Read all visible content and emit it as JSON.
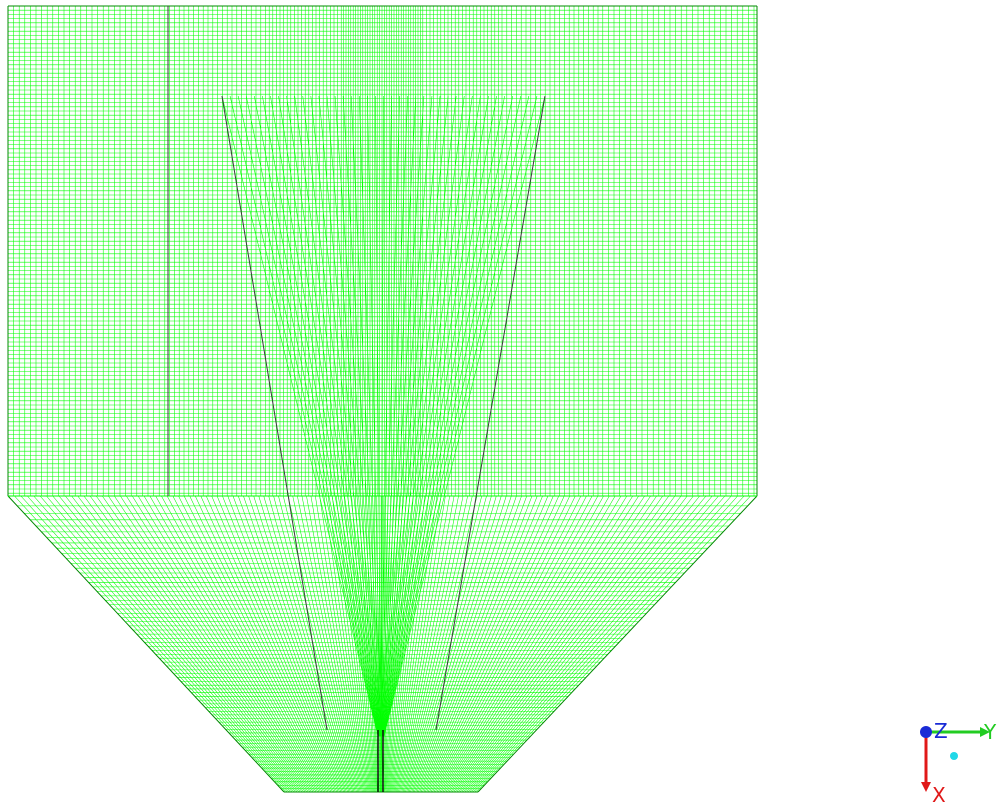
{
  "viewport": {
    "background": "#ffffff",
    "mesh_color": "#00ff00",
    "edge_color": "#3a3a3a"
  },
  "mesh": {
    "shape": "silo-hopper",
    "outline_rgba": "#008800"
  },
  "triad": {
    "z_label": "Z",
    "y_label": "Y",
    "x_label": "X",
    "z_color": "#1a2bd6",
    "y_color": "#22cc22",
    "x_color": "#e01818",
    "center_marker_color": "#20d8e8"
  }
}
